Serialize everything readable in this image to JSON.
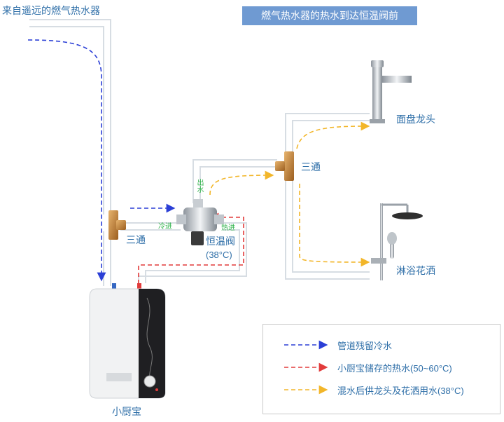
{
  "title": "燃气热水器的热水到达恒温阀前",
  "labels": {
    "source": "来自遥远的燃气热水器",
    "tee_left": "三通",
    "tee_right": "三通",
    "valve": "恒温阀",
    "valve_temp": "(38°C)",
    "basin_faucet": "面盘龙头",
    "shower": "淋浴花洒",
    "heater": "小厨宝",
    "port_out": "出水",
    "port_cold": "冷进",
    "port_hot": "热进"
  },
  "legend": [
    {
      "text": "管道残留冷水",
      "color": "#2b3fd6"
    },
    {
      "text": "小厨宝储存的热水(50~60°C)",
      "color": "#e23b3b"
    },
    {
      "text": "混水后供龙头及花洒用水(38°C)",
      "color": "#f2b62a"
    }
  ],
  "colors": {
    "title_bg": "#6f9ad2",
    "pipe": "#d7dde3",
    "cold_flow": "#2b3fd6",
    "hot_flow": "#e23b3b",
    "mixed_flow": "#f2b62a",
    "label": "#2f6fa8"
  }
}
